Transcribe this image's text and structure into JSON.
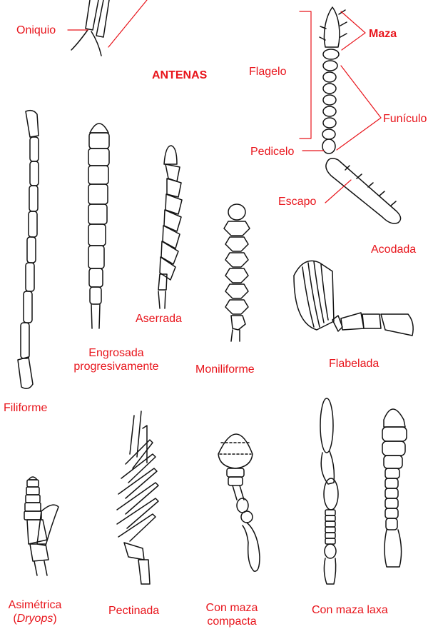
{
  "colors": {
    "label": "#e8141b",
    "line": "#111111",
    "background": "#ffffff"
  },
  "title": "ANTENAS",
  "parts": {
    "oniquio": "Oniquio",
    "flagelo": "Flagelo",
    "maza": "Maza",
    "funiculo": "Funículo",
    "pedicelo": "Pedicelo",
    "escapo": "Escapo"
  },
  "types": {
    "acodada": "Acodada",
    "aserrada": "Aserrada",
    "engrosada_1": "Engrosada",
    "engrosada_2": "progresivamente",
    "moniliforme": "Moniliforme",
    "flabelada": "Flabelada",
    "filiforme": "Filiforme",
    "asimetrica": "Asimétrica",
    "dryops_open": "(",
    "dryops": "Dryops",
    "dryops_close": ")",
    "pectinada": "Pectinada",
    "maza_compacta_1": "Con maza",
    "maza_compacta_2": "compacta",
    "maza_laxa": "Con maza laxa"
  }
}
